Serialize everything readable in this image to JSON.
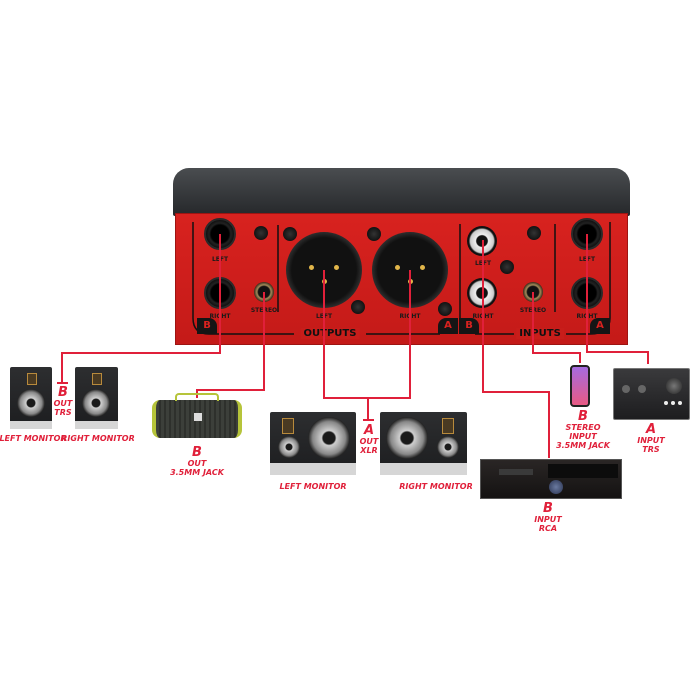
{
  "device": {
    "sections": {
      "outputs": "OUTPUTS",
      "inputs": "INPUTS"
    },
    "badges": {
      "out_b": "B",
      "out_a": "A",
      "in_b": "B",
      "in_a": "A"
    },
    "jack_labels": {
      "out_b_left": "LEFT",
      "out_b_right": "RIGHT",
      "out_stereo": "STEREO",
      "xlr_left": "LEFT",
      "xlr_right": "RIGHT",
      "rca_left": "LEFT",
      "rca_right": "RIGHT",
      "in_stereo": "STEREO",
      "in_a_left": "LEFT",
      "in_a_right": "RIGHT"
    }
  },
  "connection_color": "#e0203a",
  "devices": {
    "small_monitors": {
      "left": "LEFT MONITOR",
      "right": "RIGHT MONITOR",
      "group": "B",
      "line1": "OUT",
      "line2": "TRS"
    },
    "speaker": {
      "group": "B",
      "line1": "OUT",
      "line2": "3.5MM JACK"
    },
    "big_monitors": {
      "left": "LEFT MONITOR",
      "right": "RIGHT MONITOR",
      "group": "A",
      "line1": "OUT",
      "line2": "XLR"
    },
    "receiver": {
      "group": "B",
      "line1": "INPUT",
      "line2": "RCA"
    },
    "phone": {
      "group": "B",
      "line1": "STEREO",
      "line2": "INPUT",
      "line3": "3.5MM JACK"
    },
    "interface": {
      "group": "A",
      "line1": "INPUT",
      "line2": "TRS"
    }
  }
}
